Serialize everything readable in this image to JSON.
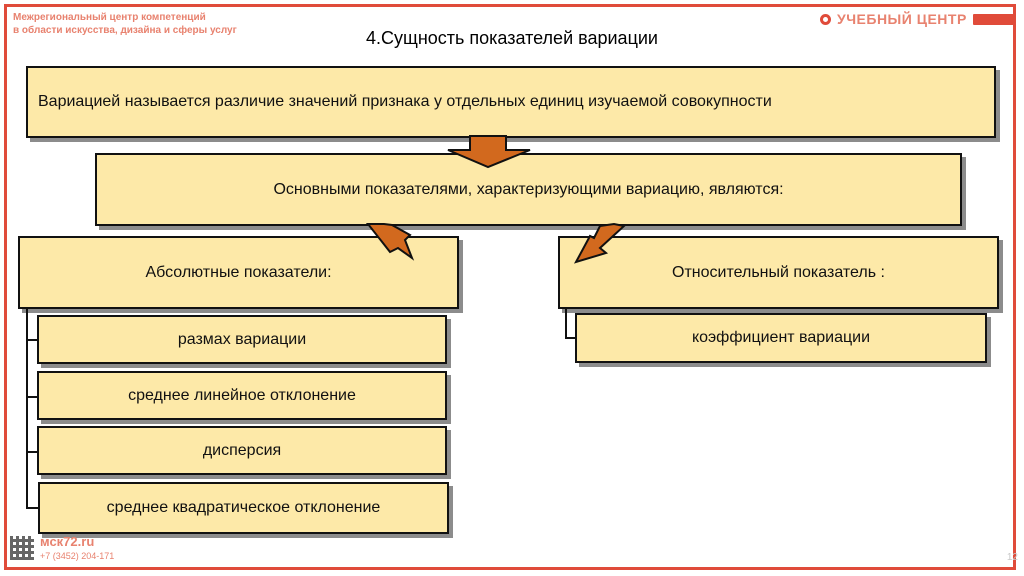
{
  "header": {
    "org_line1": "Межрегиональный центр компетенций",
    "org_line2": "в области искусства, дизайна и сферы услуг",
    "brand": "УЧЕБНЫЙ ЦЕНТР"
  },
  "title": "4.Сущность показателей вариации",
  "definition": "Вариацией называется различие значений признака у отдельных единиц изучаемой совокупности",
  "main_indicators": "Основными показателями, характеризующими вариацию, являются:",
  "absolute": {
    "heading": "Абсолютные показатели:",
    "items": [
      "размах вариации",
      "среднее линейное отклонение",
      "дисперсия",
      "среднее квадратическое отклонение"
    ]
  },
  "relative": {
    "heading": "Относительный показатель :",
    "items": [
      "коэффициент вариации"
    ]
  },
  "footer": {
    "site": "мск72.ru",
    "phone": "+7 (3452) 204-171",
    "page": "12"
  },
  "colors": {
    "box_fill": "#fde9a8",
    "arrow": "#d2691e",
    "accent": "#e04b3a"
  }
}
